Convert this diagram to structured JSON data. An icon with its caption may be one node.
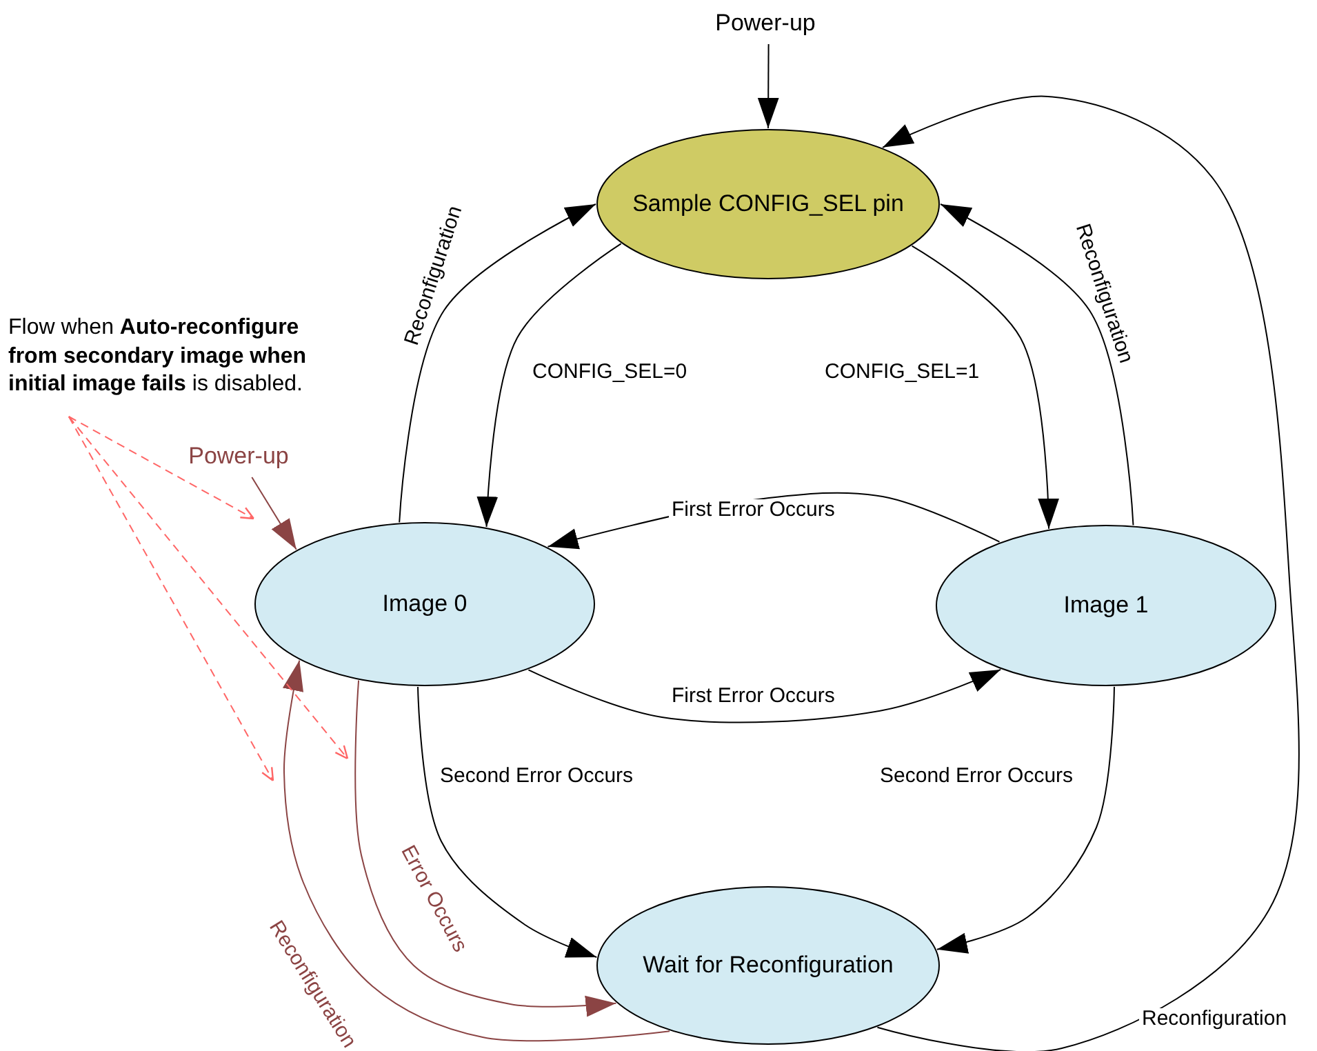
{
  "diagram": {
    "nodes": [
      {
        "text": [
          "Power-up"
        ]
      },
      {
        "text": [
          "Sample CONFIG_SEL pin"
        ]
      },
      {
        "text": [
          "Image 0"
        ]
      },
      {
        "text": [
          "Image 1"
        ]
      },
      {
        "text": [
          "Wait for Reconfiguration"
        ]
      },
      {
        "text": [
          "Flow when **Auto-reconfigure from secondary image when initial image fails** is disabled."
        ]
      },
      {
        "text": [
          "Power-up"
        ]
      }
    ],
    "edges": [
      {
        "from": 0,
        "to": 1,
        "arrow": "to"
      },
      {
        "from": 1,
        "to": 2,
        "arrow": "to",
        "label": "CONFIG_SEL=0"
      },
      {
        "from": 1,
        "to": 3,
        "arrow": "to",
        "label": "CONFIG_SEL=1"
      },
      {
        "from": 2,
        "to": 1,
        "arrow": "to",
        "label": "Reconfiguration"
      },
      {
        "from": 3,
        "to": 1,
        "arrow": "to",
        "label": "Reconfiguration"
      },
      {
        "from": 3,
        "to": 2,
        "arrow": "to",
        "label": "First Error Occurs"
      },
      {
        "from": 2,
        "to": 3,
        "arrow": "to",
        "label": "First Error Occurs"
      },
      {
        "from": 2,
        "to": 4,
        "arrow": "to",
        "label": "Second Error Occurs"
      },
      {
        "from": 3,
        "to": 4,
        "arrow": "to",
        "label": "Second Error Occurs"
      },
      {
        "from": 4,
        "to": 1,
        "arrow": "to",
        "label": "Reconfiguration"
      },
      {
        "from": 2,
        "to": 4,
        "arrow": "to",
        "label": "Error Occurs",
        "color": "#8b4444"
      },
      {
        "from": 4,
        "to": 2,
        "arrow": "to",
        "label": "Reconfiguration",
        "color": "#8b4444"
      },
      {
        "from": 6,
        "to": 2,
        "arrow": "to",
        "color": "#8b4444"
      },
      {
        "from": 5,
        "to": null,
        "arrow": "to",
        "style": "dashed",
        "color": "#ff6666"
      },
      {
        "from": 5,
        "to": null,
        "arrow": "to",
        "style": "dashed",
        "color": "#ff6666"
      },
      {
        "from": 5,
        "to": null,
        "arrow": "to",
        "style": "dashed",
        "color": "#ff6666"
      }
    ]
  }
}
